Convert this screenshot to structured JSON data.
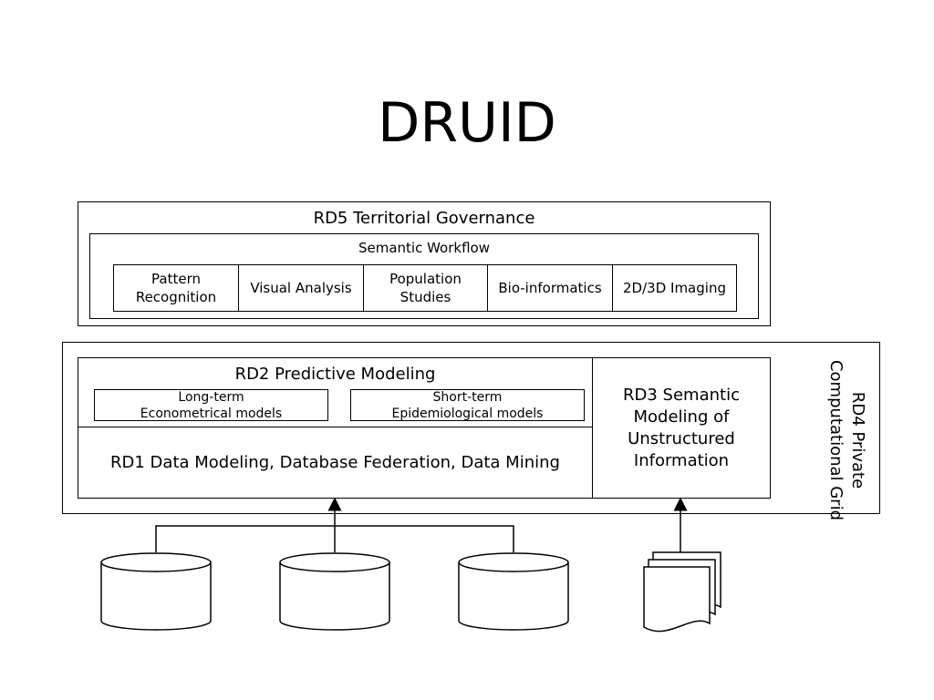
{
  "title": "DRUID",
  "rd5": {
    "label": "RD5 Territorial Governance",
    "workflow": {
      "label": "Semantic Workflow",
      "items": [
        "Pattern\nRecognition",
        "Visual Analysis",
        "Population\nStudies",
        "Bio-informatics",
        "2D/3D Imaging"
      ]
    }
  },
  "rd4": {
    "label": "RD4 Private\nComputational Grid"
  },
  "rd2": {
    "label": "RD2 Predictive Modeling",
    "models": [
      "Long-term\nEconometrical models",
      "Short-term\nEpidemiological models"
    ]
  },
  "rd1": {
    "label": "RD1 Data Modeling, Database Federation, Data Mining"
  },
  "rd3": {
    "label": "RD3 Semantic\nModeling of\nUnstructured\nInformation"
  },
  "sources": {
    "databases": [
      "database-1",
      "database-2",
      "database-3"
    ],
    "documents": "document-stack"
  }
}
